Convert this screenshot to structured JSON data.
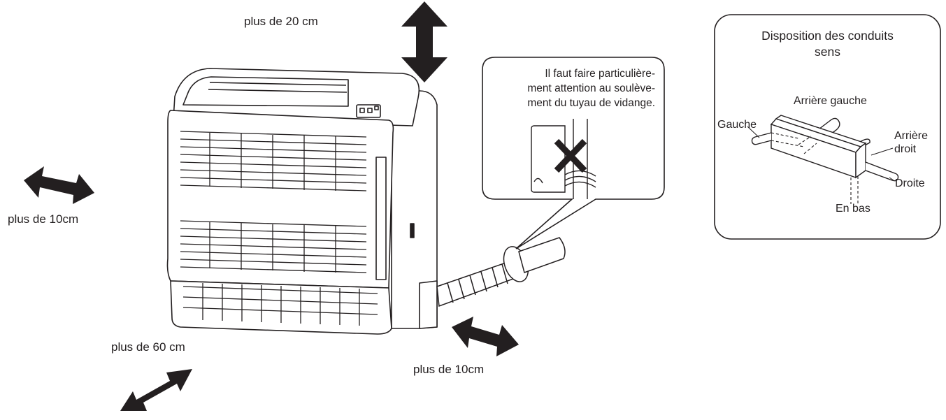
{
  "clearance": {
    "top": "plus de 20 cm",
    "left": "plus de 10cm",
    "right": "plus de 10cm",
    "front": "plus de 60 cm"
  },
  "warning": {
    "lines": [
      "Il faut faire particulière-",
      "ment attention au soulève-",
      "ment du tuyau de vidange."
    ]
  },
  "pipe_box": {
    "title_lines": [
      "Disposition des conduits",
      "sens"
    ],
    "rear_left": "Arrière gauche",
    "left": "Gauche",
    "rear_right_lines": [
      "Arrière",
      "droit"
    ],
    "right": "Droite",
    "bottom": "En bas"
  },
  "colors": {
    "line": "#231f20",
    "arrow": "#231f20",
    "fill": "#ffffff"
  }
}
